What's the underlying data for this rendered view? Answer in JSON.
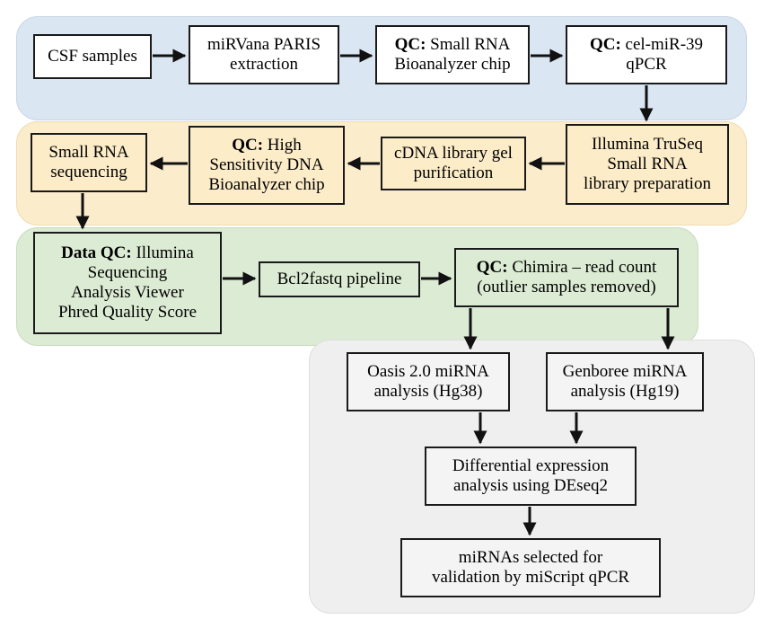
{
  "nodes": {
    "csf": {
      "lines": [
        "CSF samples"
      ]
    },
    "mirvana": {
      "lines": [
        "miRVana PARIS",
        "extraction"
      ]
    },
    "qc_bioanalyzer": {
      "bold": "QC:",
      "lines": [
        " Small RNA",
        "Bioanalyzer chip"
      ]
    },
    "qc_celmir": {
      "bold": "QC:",
      "lines": [
        " cel-miR-39",
        "qPCR"
      ]
    },
    "truseq": {
      "lines": [
        "Illumina TruSeq",
        "Small RNA",
        "library preparation"
      ]
    },
    "cdna": {
      "lines": [
        "cDNA library gel",
        "purification"
      ]
    },
    "qc_hs_dna": {
      "bold": "QC:",
      "lines": [
        " High",
        "Sensitivity DNA",
        "Bioanalyzer chip"
      ]
    },
    "seq": {
      "lines": [
        "Small RNA",
        "sequencing"
      ]
    },
    "data_qc": {
      "bold": "Data QC:",
      "lines": [
        " Illumina",
        "Sequencing",
        "Analysis Viewer",
        "Phred Quality Score"
      ]
    },
    "bcl2fastq": {
      "lines": [
        "Bcl2fastq pipeline"
      ]
    },
    "chimira": {
      "bold": "QC:",
      "lines": [
        " Chimira – read count",
        "(outlier samples removed)"
      ]
    },
    "oasis": {
      "lines": [
        "Oasis 2.0 miRNA",
        "analysis (Hg38)"
      ]
    },
    "genboree": {
      "lines": [
        "Genboree miRNA",
        "analysis (Hg19)"
      ]
    },
    "deseq": {
      "lines": [
        "Differential expression",
        "analysis using DEseq2"
      ]
    },
    "selected": {
      "lines": [
        "miRNAs selected for",
        "validation by miScript qPCR"
      ]
    }
  }
}
